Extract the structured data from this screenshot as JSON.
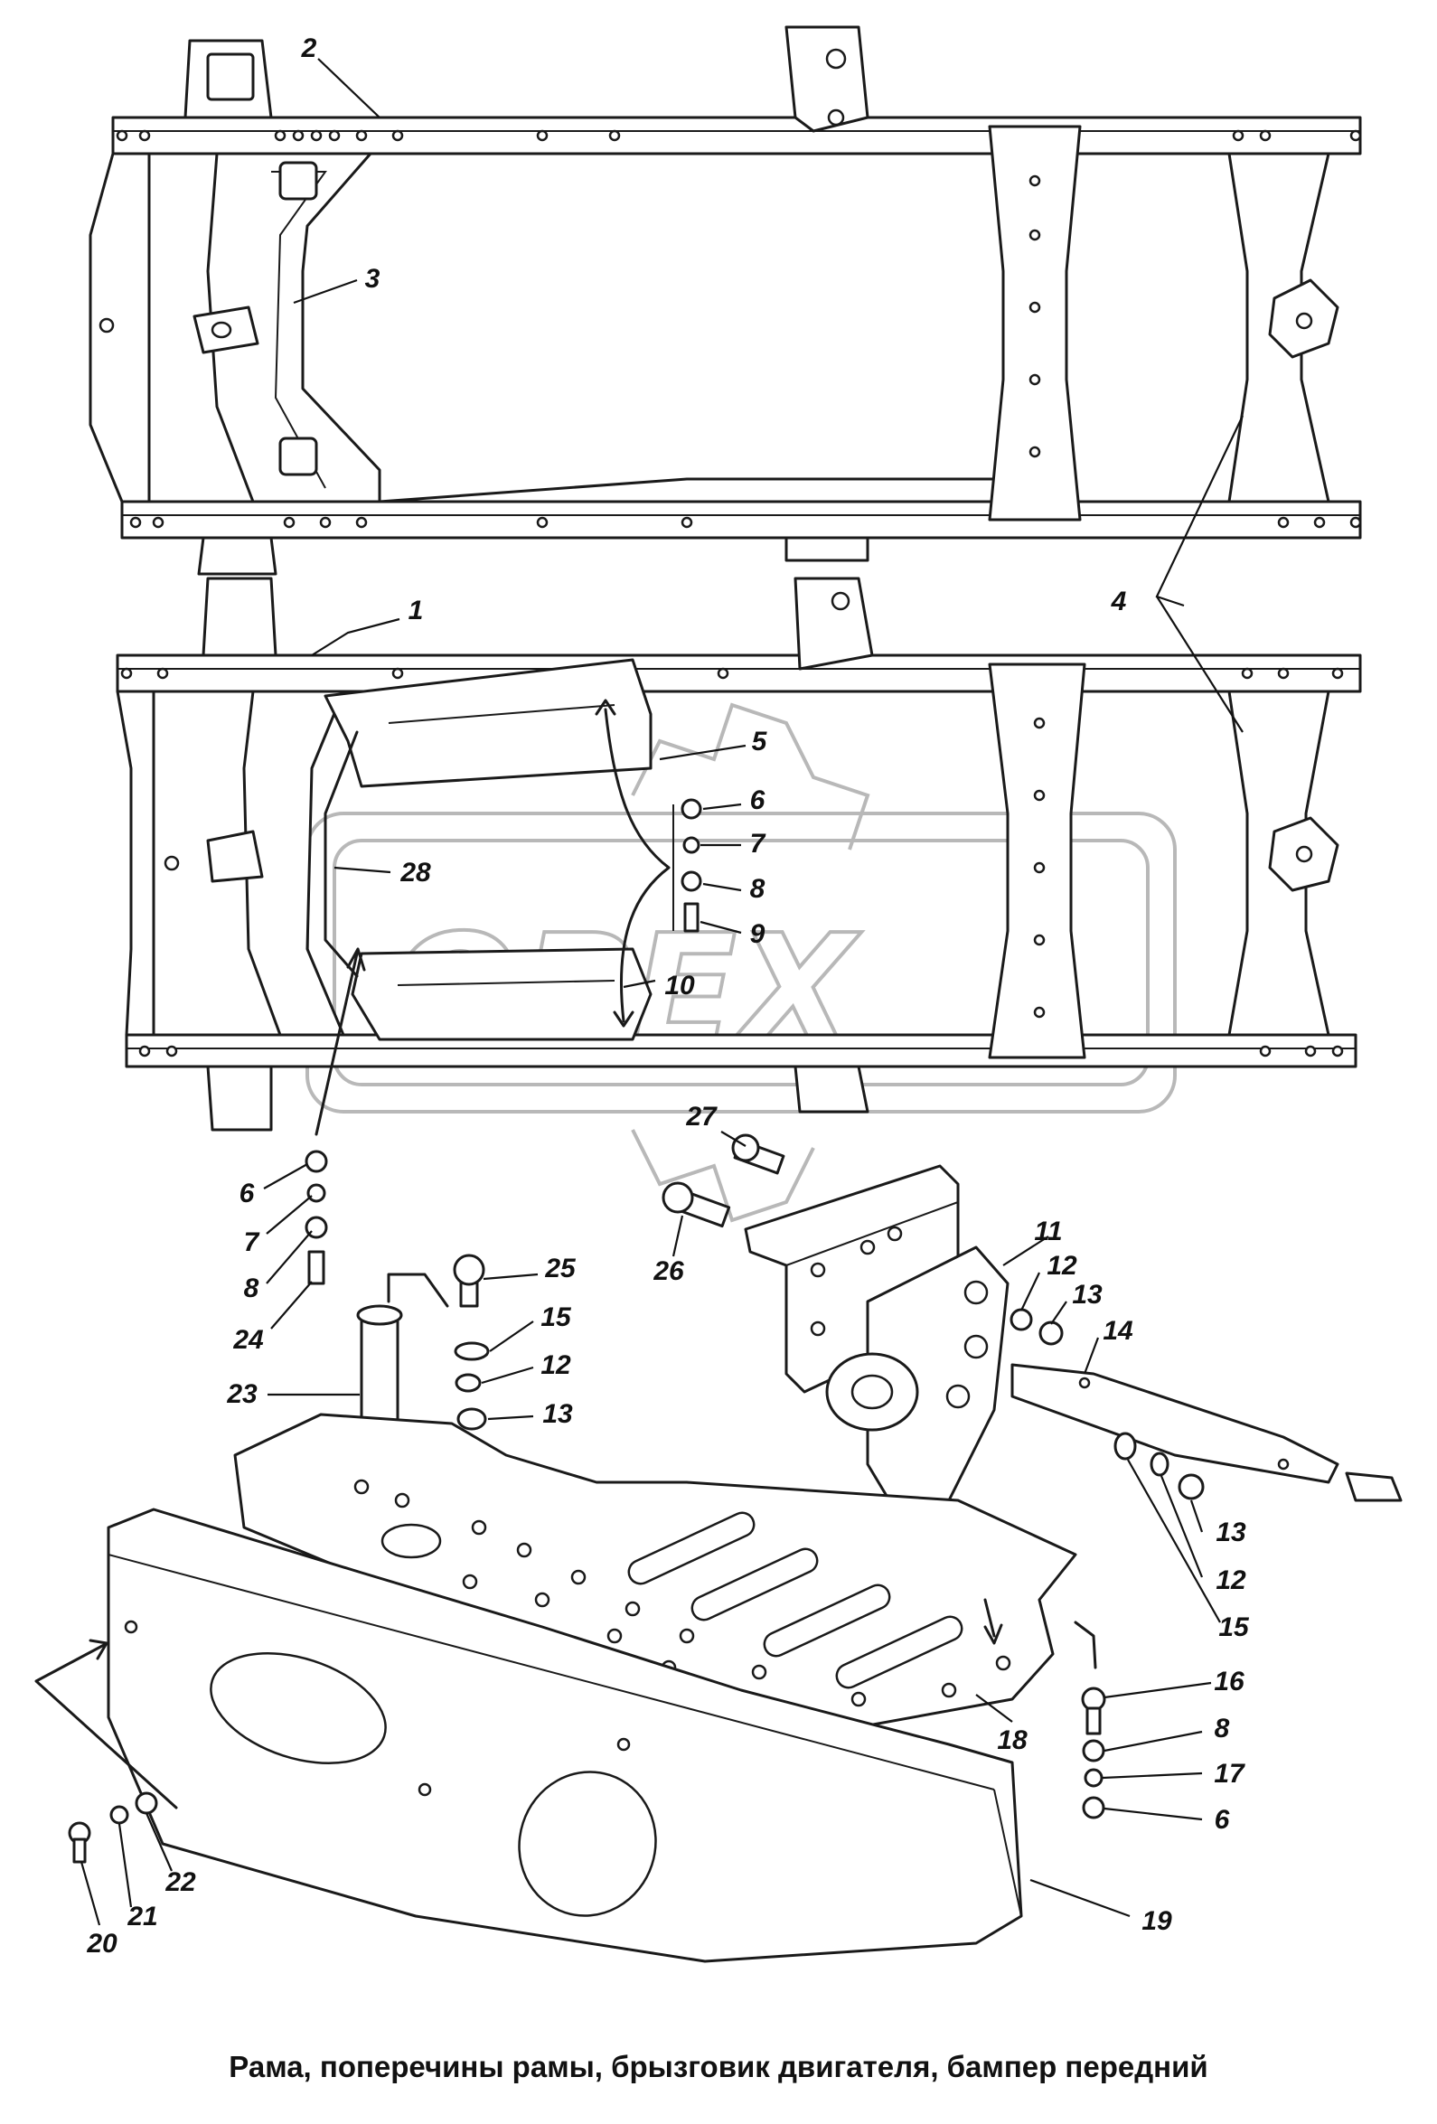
{
  "caption": "Рама, поперечины рамы, брызговик двигателя, бампер передний",
  "watermark": {
    "text": "OPEX"
  },
  "callouts": [
    {
      "id": "c2",
      "text": "2"
    },
    {
      "id": "c3",
      "text": "3"
    },
    {
      "id": "c4",
      "text": "4"
    },
    {
      "id": "c1",
      "text": "1"
    },
    {
      "id": "c5",
      "text": "5"
    },
    {
      "id": "c6a",
      "text": "6"
    },
    {
      "id": "c7a",
      "text": "7"
    },
    {
      "id": "c8a",
      "text": "8"
    },
    {
      "id": "c9",
      "text": "9"
    },
    {
      "id": "c28",
      "text": "28"
    },
    {
      "id": "c10",
      "text": "10"
    },
    {
      "id": "c27",
      "text": "27"
    },
    {
      "id": "c6b",
      "text": "6"
    },
    {
      "id": "c7b",
      "text": "7"
    },
    {
      "id": "c8b",
      "text": "8"
    },
    {
      "id": "c24",
      "text": "24"
    },
    {
      "id": "c26",
      "text": "26"
    },
    {
      "id": "c11",
      "text": "11"
    },
    {
      "id": "c12a",
      "text": "12"
    },
    {
      "id": "c13a",
      "text": "13"
    },
    {
      "id": "c14",
      "text": "14"
    },
    {
      "id": "c25",
      "text": "25"
    },
    {
      "id": "c15a",
      "text": "15"
    },
    {
      "id": "c12b",
      "text": "12"
    },
    {
      "id": "c13b",
      "text": "13"
    },
    {
      "id": "c23",
      "text": "23"
    },
    {
      "id": "c13c",
      "text": "13"
    },
    {
      "id": "c12c",
      "text": "12"
    },
    {
      "id": "c15b",
      "text": "15"
    },
    {
      "id": "c16",
      "text": "16"
    },
    {
      "id": "c8c",
      "text": "8"
    },
    {
      "id": "c17",
      "text": "17"
    },
    {
      "id": "c6c",
      "text": "6"
    },
    {
      "id": "c18",
      "text": "18"
    },
    {
      "id": "c19",
      "text": "19"
    },
    {
      "id": "c20",
      "text": "20"
    },
    {
      "id": "c21",
      "text": "21"
    },
    {
      "id": "c22",
      "text": "22"
    }
  ]
}
